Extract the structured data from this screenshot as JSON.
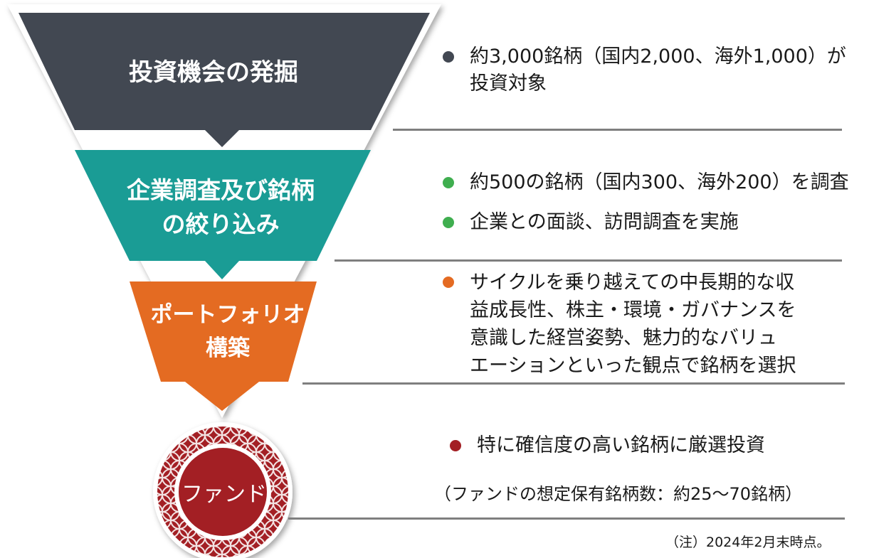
{
  "colors": {
    "stage1": "#424852",
    "stage2": "#1a9c95",
    "stage3": "#e46b22",
    "fund": "#a31f24",
    "divider": "#7f7f7f"
  },
  "stages": [
    {
      "label": "投資機会の発掘",
      "bullets": [
        "約3,000銘柄（国内2,000、海外1,000）が\n投資対象"
      ]
    },
    {
      "label": "企業調査及び銘柄\nの絞り込み",
      "bullets": [
        "約500の銘柄（国内300、海外200）を調査",
        "企業との面談、訪問調査を実施"
      ]
    },
    {
      "label": "ポートフォリオ\n構築",
      "bullets": [
        "サイクルを乗り越えての中長期的な収\n益成長性、株主・環境・ガバナンスを\n意識した経営姿勢、魅力的なバリュ\nエーションといった観点で銘柄を選択"
      ]
    }
  ],
  "fund": {
    "label": "ファンド",
    "bullet": "特に確信度の高い銘柄に厳選投資",
    "note": "（ファンドの想定保有銘柄数：約25～70銘柄）"
  },
  "footnote": "（注）2024年2月末時点。"
}
